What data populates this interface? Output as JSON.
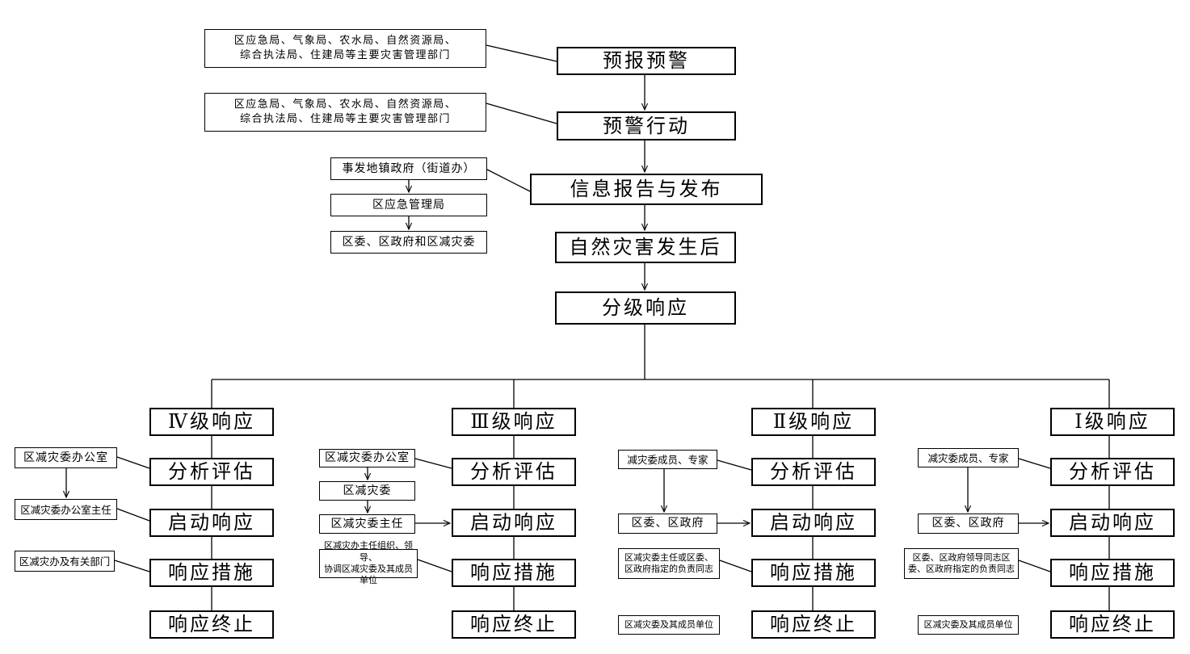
{
  "main_flow": {
    "forecast_warning": "预报预警",
    "warning_action": "预警行动",
    "info_report": "信息报告与发布",
    "after_disaster": "自然灾害发生后",
    "graded_response": "分级响应"
  },
  "top_depts": {
    "forecast": [
      "区应急局、气象局、农水局、自然资源局、",
      "综合执法局、住建局等主要灾害管理部门"
    ],
    "action": [
      "区应急局、气象局、农水局、自然资源局、",
      "综合执法局、住建局等主要灾害管理部门"
    ],
    "info_chain": [
      "事发地镇政府（街道办）",
      "区应急管理局",
      "区委、区政府和区减灾委"
    ]
  },
  "levels": [
    {
      "title": "Ⅳ级响应",
      "steps": [
        "分析评估",
        "启动响应",
        "响应措施",
        "响应终止"
      ],
      "depts": [
        "区减灾委办公室",
        "区减灾委办公室主任",
        "区减灾办及有关部门"
      ]
    },
    {
      "title": "Ⅲ级响应",
      "steps": [
        "分析评估",
        "启动响应",
        "响应措施",
        "响应终止"
      ],
      "depts": [
        "区减灾委办公室",
        "区减灾委",
        "区减灾委主任",
        [
          "区减灾办主任组织、领导、",
          "协调区减灾委及其成员单位"
        ]
      ]
    },
    {
      "title": "Ⅱ级响应",
      "steps": [
        "分析评估",
        "启动响应",
        "响应措施",
        "响应终止"
      ],
      "depts": [
        "减灾委成员、专家",
        "区委、区政府",
        [
          "区减灾委主任或区委、",
          "区政府指定的负责同志"
        ],
        "区减灾委及其成员单位"
      ]
    },
    {
      "title": "Ⅰ级响应",
      "steps": [
        "分析评估",
        "启动响应",
        "响应措施",
        "响应终止"
      ],
      "depts": [
        "减灾委成员、专家",
        "区委、区政府",
        [
          "区委、区政府领导同志区",
          "委、区政府指定的负责同志"
        ],
        "区减灾委及其成员单位"
      ]
    }
  ]
}
